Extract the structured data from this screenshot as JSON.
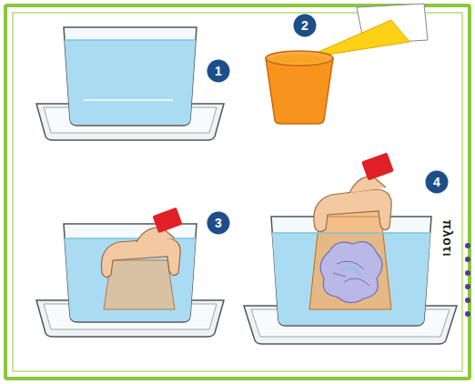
{
  "diagram": {
    "nodes": [
      {
        "text": [
          "1"
        ]
      },
      {
        "text": [
          "2"
        ]
      },
      {
        "text": [
          "3"
        ]
      },
      {
        "text": [
          "4"
        ]
      }
    ],
    "labels": [
      "πλοτι"
    ]
  }
}
